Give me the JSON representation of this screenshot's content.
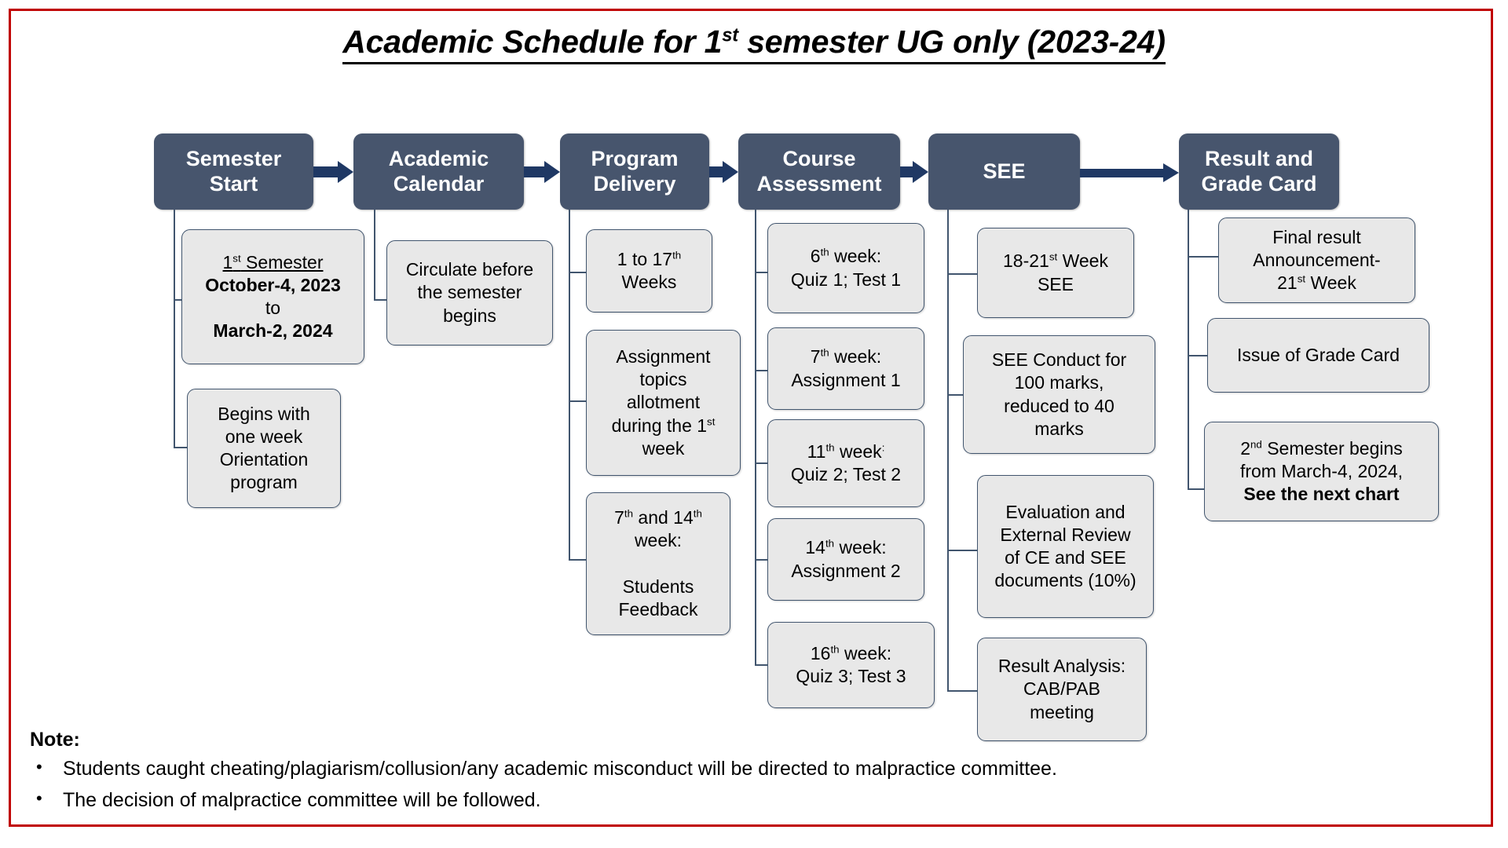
{
  "frame": {
    "border_color": "#C00000"
  },
  "theme": {
    "stage_fill": "#47556D",
    "leaf_fill": "#E8E8E8",
    "leaf_border": "#41556E",
    "arrow_color": "#1F3864",
    "stage_text": "#FFFFFF"
  },
  "title": {
    "prefix": "Academic Schedule for 1",
    "sup": "st",
    "suffix": " semester UG only (2023-24)"
  },
  "stages": [
    {
      "id": "semester-start",
      "line1": "Semester",
      "line2": "Start"
    },
    {
      "id": "academic-calendar",
      "line1": "Academic",
      "line2": "Calendar"
    },
    {
      "id": "program-delivery",
      "line1": "Program",
      "line2": "Delivery"
    },
    {
      "id": "course-assessment",
      "line1": "Course",
      "line2": "Assessment"
    },
    {
      "id": "see",
      "line1": "SEE",
      "line2": ""
    },
    {
      "id": "result-grade-card",
      "line1": "Result and",
      "line2": "Grade Card"
    }
  ],
  "columns": {
    "semester_start": [
      {
        "id": "semester-dates",
        "lines": [
          {
            "text": "1",
            "sup": "st",
            "text_after": " Semester",
            "style": "underline"
          },
          {
            "text": "October-4, 2023",
            "style": "bold"
          },
          {
            "text": "to",
            "style": "normal"
          },
          {
            "text": "March-2, 2024",
            "style": "bold"
          }
        ]
      },
      {
        "id": "orientation",
        "lines": [
          {
            "text": "Begins with",
            "style": "normal"
          },
          {
            "text": "one week",
            "style": "normal"
          },
          {
            "text": "Orientation",
            "style": "normal"
          },
          {
            "text": "program",
            "style": "normal"
          }
        ]
      }
    ],
    "academic_calendar": [
      {
        "id": "circulate-calendar",
        "lines": [
          {
            "text": "Circulate before",
            "style": "normal"
          },
          {
            "text": "the semester",
            "style": "normal"
          },
          {
            "text": "begins",
            "style": "normal"
          }
        ]
      }
    ],
    "program_delivery": [
      {
        "id": "weeks-1-to-17",
        "lines": [
          {
            "text": "1 to 17",
            "sup": "th",
            "style": "normal"
          },
          {
            "text": "Weeks",
            "style": "normal"
          }
        ]
      },
      {
        "id": "assignment-topics",
        "lines": [
          {
            "text": "Assignment",
            "style": "normal"
          },
          {
            "text": "topics",
            "style": "normal"
          },
          {
            "text": "allotment",
            "style": "normal"
          },
          {
            "text": "during the 1",
            "sup": "st",
            "style": "normal"
          },
          {
            "text": "week",
            "style": "normal"
          }
        ]
      },
      {
        "id": "students-feedback",
        "lines": [
          {
            "text": "7",
            "sup": "th",
            "text_after": " and 14",
            "sup2": "th",
            "style": "normal"
          },
          {
            "text": "week:",
            "style": "normal"
          },
          {
            "text": "",
            "style": "normal"
          },
          {
            "text": "Students",
            "style": "normal"
          },
          {
            "text": "Feedback",
            "style": "normal"
          }
        ]
      }
    ],
    "course_assessment": [
      {
        "id": "week6-quiz1-test1",
        "lines": [
          {
            "text": "6",
            "sup": "th",
            "text_after": " week:",
            "style": "normal"
          },
          {
            "text": "",
            "style": "normal"
          },
          {
            "text": "Quiz 1; Test 1",
            "style": "normal"
          }
        ]
      },
      {
        "id": "week7-assignment1",
        "lines": [
          {
            "text": "7",
            "sup": "th",
            "text_after": " week:",
            "style": "normal"
          },
          {
            "text": "Assignment 1",
            "style": "normal"
          }
        ]
      },
      {
        "id": "week11-quiz2-test2",
        "lines": [
          {
            "text": "11",
            "sup": "th",
            "text_after": " week",
            "sup2": ":",
            "style": "normal"
          },
          {
            "text": "",
            "style": "normal"
          },
          {
            "text": "Quiz 2; Test 2",
            "style": "normal"
          }
        ]
      },
      {
        "id": "week14-assignment2",
        "lines": [
          {
            "text": "14",
            "sup": "th",
            "text_after": " week:",
            "style": "normal"
          },
          {
            "text": "Assignment 2",
            "style": "normal"
          }
        ]
      },
      {
        "id": "week16-quiz3-test3",
        "lines": [
          {
            "text": "16",
            "sup": "th",
            "text_after": " week:",
            "style": "normal"
          },
          {
            "text": "",
            "style": "normal"
          },
          {
            "text": "Quiz 3; Test 3",
            "style": "normal"
          }
        ]
      }
    ],
    "see": [
      {
        "id": "see-weeks",
        "lines": [
          {
            "text": "18-21",
            "sup": "st",
            "text_after": " Week",
            "style": "normal"
          },
          {
            "text": "SEE",
            "style": "normal"
          }
        ]
      },
      {
        "id": "see-marks",
        "lines": [
          {
            "text": "SEE Conduct for",
            "style": "normal"
          },
          {
            "text": "100 marks,",
            "style": "normal"
          },
          {
            "text": "reduced to 40",
            "style": "normal"
          },
          {
            "text": "marks",
            "style": "normal"
          }
        ]
      },
      {
        "id": "see-evaluation-review",
        "lines": [
          {
            "text": "Evaluation and",
            "style": "normal"
          },
          {
            "text": "External Review",
            "style": "normal"
          },
          {
            "text": "of CE and SEE",
            "style": "normal"
          },
          {
            "text": "documents (10%)",
            "style": "normal"
          }
        ]
      },
      {
        "id": "result-analysis",
        "lines": [
          {
            "text": "Result Analysis:",
            "style": "normal"
          },
          {
            "text": "CAB/PAB",
            "style": "normal"
          },
          {
            "text": "meeting",
            "style": "normal"
          }
        ]
      }
    ],
    "result_grade_card": [
      {
        "id": "final-result-announcement",
        "lines": [
          {
            "text": "Final result",
            "style": "normal"
          },
          {
            "text": "Announcement-",
            "style": "normal"
          },
          {
            "text": "21",
            "sup": "st",
            "text_after": " Week",
            "style": "normal"
          }
        ]
      },
      {
        "id": "issue-grade-card",
        "lines": [
          {
            "text": "Issue of Grade Card",
            "style": "normal"
          }
        ]
      },
      {
        "id": "second-semester-begins",
        "lines": [
          {
            "text": "2",
            "sup": "nd",
            "text_after": "  Semester begins",
            "style": "normal"
          },
          {
            "text": "from March-4, 2024,",
            "style": "normal"
          },
          {
            "text": "See the next chart",
            "style": "bold"
          }
        ]
      }
    ]
  },
  "note": {
    "heading": "Note:",
    "bullet_glyph": "•",
    "items": [
      "Students caught cheating/plagiarism/collusion/any academic misconduct will be directed to malpractice committee.",
      "The decision of malpractice committee will be followed."
    ]
  }
}
